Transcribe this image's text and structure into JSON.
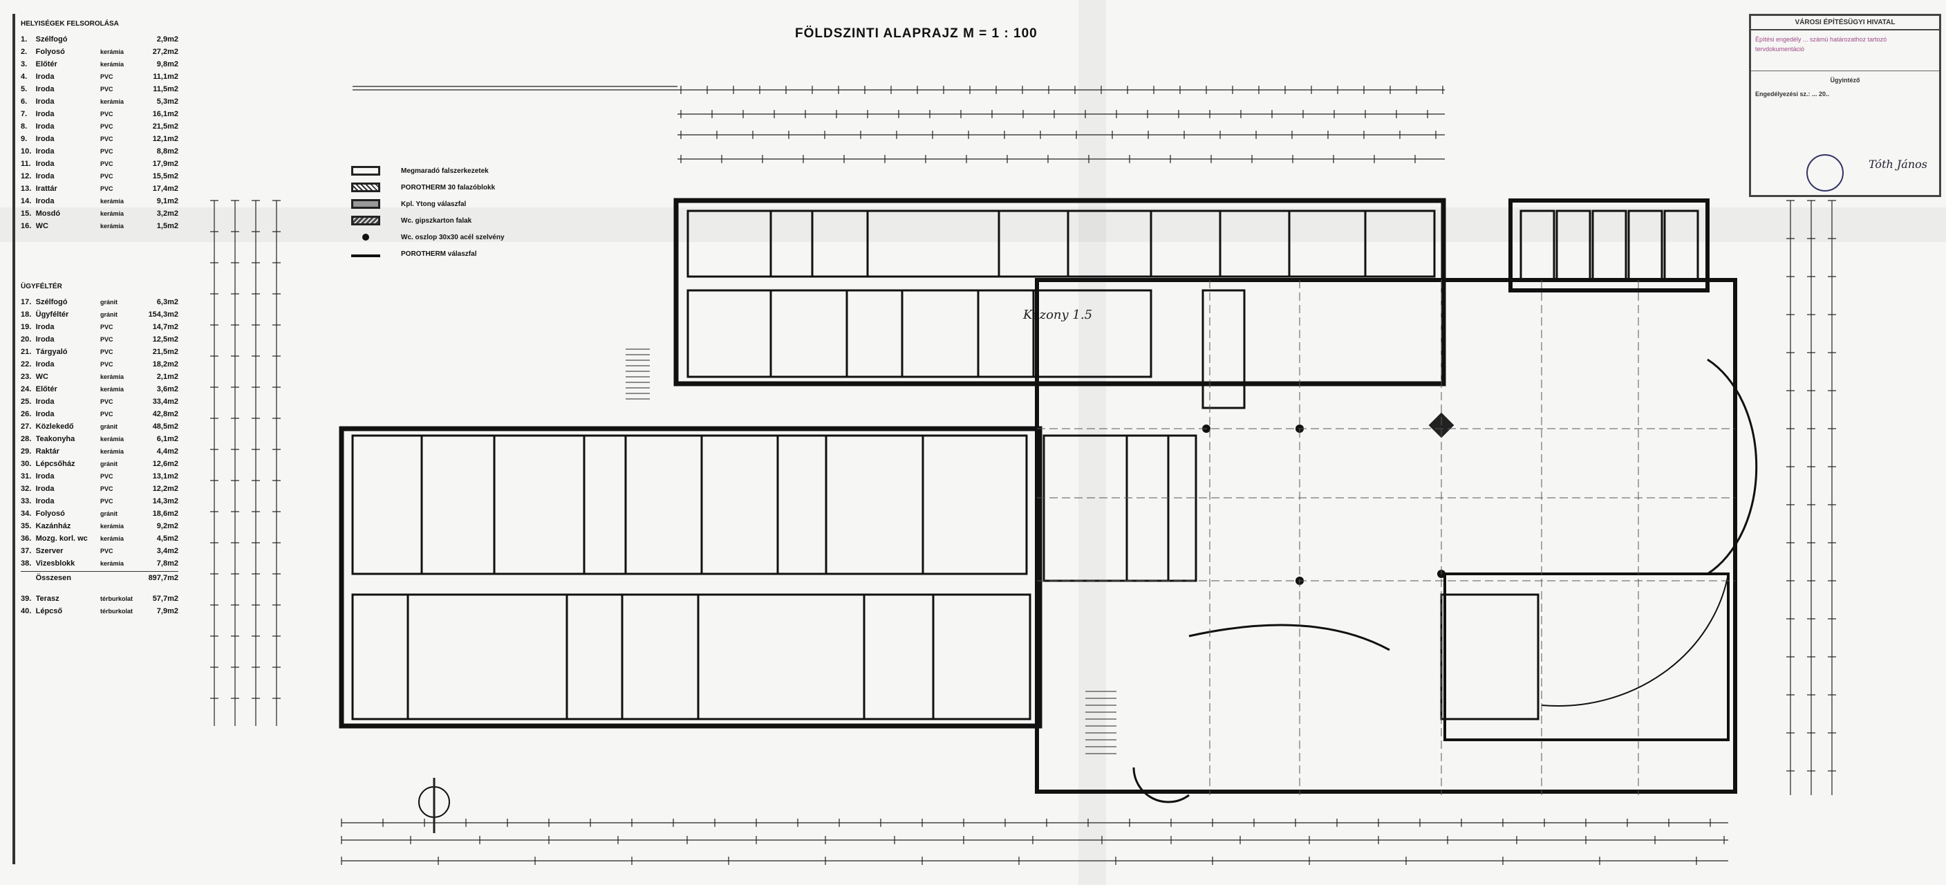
{
  "drawing": {
    "title": "FÖLDSZINTI ALAPRAJZ  M = 1 : 100",
    "handwritten_note": "Kezony 1.5"
  },
  "legend": [
    {
      "label": "Megmaradó falszerkezetek"
    },
    {
      "label": "POROTHERM 30 falazóblokk"
    },
    {
      "label": "Kpl. Ytong válaszfal"
    },
    {
      "label": "Wc. gipszkarton falak"
    },
    {
      "label": "Wc. oszlop 30x30 acél szelvény"
    },
    {
      "label": "POROTHERM válaszfal"
    }
  ],
  "stamp": {
    "title": "VÁROSI ÉPÍTÉSÜGYI HIVATAL",
    "body": "Építési engedély ... számú határozathoz tartozó tervdokumentáció",
    "subtitle": "Ügyintéző",
    "registration": "Engedélyezési sz.: ... 20..",
    "signature": "Tóth János"
  },
  "room_list": {
    "header": "HELYISÉGEK FELSOROLÁSA",
    "rows": [
      {
        "no": "1.",
        "name": "Szélfogó",
        "floor": "",
        "area": "2,9m2"
      },
      {
        "no": "2.",
        "name": "Folyosó",
        "floor": "kerámia",
        "area": "27,2m2"
      },
      {
        "no": "3.",
        "name": "Előtér",
        "floor": "kerámia",
        "area": "9,8m2"
      },
      {
        "no": "4.",
        "name": "Iroda",
        "floor": "PVC",
        "area": "11,1m2"
      },
      {
        "no": "5.",
        "name": "Iroda",
        "floor": "PVC",
        "area": "11,5m2"
      },
      {
        "no": "6.",
        "name": "Iroda",
        "floor": "kerámia",
        "area": "5,3m2"
      },
      {
        "no": "7.",
        "name": "Iroda",
        "floor": "PVC",
        "area": "16,1m2"
      },
      {
        "no": "8.",
        "name": "Iroda",
        "floor": "PVC",
        "area": "21,5m2"
      },
      {
        "no": "9.",
        "name": "Iroda",
        "floor": "PVC",
        "area": "12,1m2"
      },
      {
        "no": "10.",
        "name": "Iroda",
        "floor": "PVC",
        "area": "8,8m2"
      },
      {
        "no": "11.",
        "name": "Iroda",
        "floor": "PVC",
        "area": "17,9m2"
      },
      {
        "no": "12.",
        "name": "Iroda",
        "floor": "PVC",
        "area": "15,5m2"
      },
      {
        "no": "13.",
        "name": "Irattár",
        "floor": "PVC",
        "area": "17,4m2"
      },
      {
        "no": "14.",
        "name": "Iroda",
        "floor": "kerámia",
        "area": "9,1m2"
      },
      {
        "no": "15.",
        "name": "Mosdó",
        "floor": "kerámia",
        "area": "3,2m2"
      },
      {
        "no": "16.",
        "name": "WC",
        "floor": "kerámia",
        "area": "1,5m2"
      }
    ],
    "header2": "ÜGYFÉLTÉR",
    "rows2": [
      {
        "no": "17.",
        "name": "Szélfogó",
        "floor": "gránit",
        "area": "6,3m2"
      },
      {
        "no": "18.",
        "name": "Ügyféltér",
        "floor": "gránit",
        "area": "154,3m2"
      },
      {
        "no": "19.",
        "name": "Iroda",
        "floor": "PVC",
        "area": "14,7m2"
      },
      {
        "no": "20.",
        "name": "Iroda",
        "floor": "PVC",
        "area": "12,5m2"
      },
      {
        "no": "21.",
        "name": "Tárgyaló",
        "floor": "PVC",
        "area": "21,5m2"
      },
      {
        "no": "22.",
        "name": "Iroda",
        "floor": "PVC",
        "area": "18,2m2"
      },
      {
        "no": "23.",
        "name": "WC",
        "floor": "kerámia",
        "area": "2,1m2"
      },
      {
        "no": "24.",
        "name": "Előtér",
        "floor": "kerámia",
        "area": "3,6m2"
      },
      {
        "no": "25.",
        "name": "Iroda",
        "floor": "PVC",
        "area": "33,4m2"
      },
      {
        "no": "26.",
        "name": "Iroda",
        "floor": "PVC",
        "area": "42,8m2"
      },
      {
        "no": "27.",
        "name": "Közlekedő",
        "floor": "gránit",
        "area": "48,5m2"
      },
      {
        "no": "28.",
        "name": "Teakonyha",
        "floor": "kerámia",
        "area": "6,1m2"
      },
      {
        "no": "29.",
        "name": "Raktár",
        "floor": "kerámia",
        "area": "4,4m2"
      },
      {
        "no": "30.",
        "name": "Lépcsőház",
        "floor": "gránit",
        "area": "12,6m2"
      },
      {
        "no": "31.",
        "name": "Iroda",
        "floor": "PVC",
        "area": "13,1m2"
      },
      {
        "no": "32.",
        "name": "Iroda",
        "floor": "PVC",
        "area": "12,2m2"
      },
      {
        "no": "33.",
        "name": "Iroda",
        "floor": "PVC",
        "area": "14,3m2"
      },
      {
        "no": "34.",
        "name": "Folyosó",
        "floor": "gránit",
        "area": "18,6m2"
      },
      {
        "no": "35.",
        "name": "Kazánház",
        "floor": "kerámia",
        "area": "9,2m2"
      },
      {
        "no": "36.",
        "name": "Mozg. korl. wc",
        "floor": "kerámia",
        "area": "4,5m2"
      },
      {
        "no": "37.",
        "name": "Szerver",
        "floor": "PVC",
        "area": "3,4m2"
      },
      {
        "no": "38.",
        "name": "Vizesblokk",
        "floor": "kerámia",
        "area": "7,8m2"
      }
    ],
    "total_label": "Összesen",
    "total_value": "897,7m2",
    "extra": [
      {
        "no": "39.",
        "name": "Terasz",
        "floor": "térburkolat",
        "area": "57,7m2"
      },
      {
        "no": "40.",
        "name": "Lépcső",
        "floor": "térburkolat",
        "area": "7,9m2"
      }
    ]
  }
}
